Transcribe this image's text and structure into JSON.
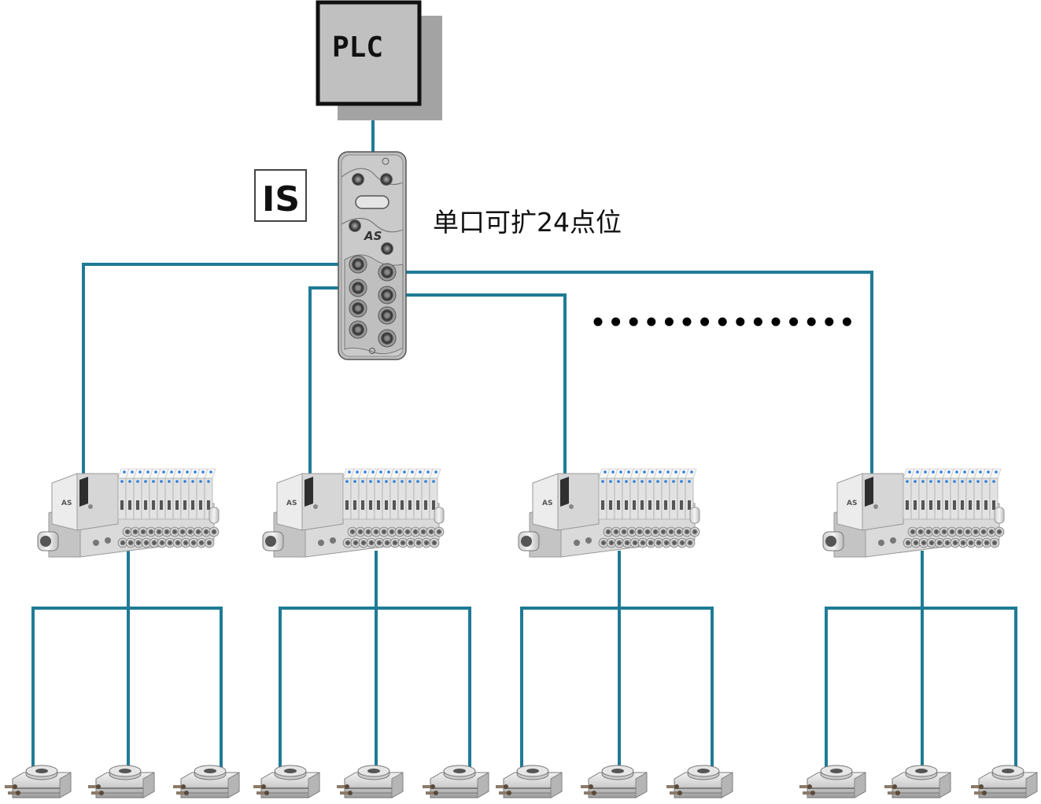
{
  "diagram": {
    "title": "PLC to IS hub network topology",
    "plc": {
      "label": "PLC"
    },
    "is_badge": {
      "label": "IS"
    },
    "hub": {
      "logo": "AS",
      "port_count": 8
    },
    "capacity_note": "单口可扩24点位",
    "ellipsis_dots": 15,
    "wire_color": "#1f7b96",
    "valve_banks": [
      {
        "name": "valve-bank-1",
        "valve_count": 12,
        "actuators": 3
      },
      {
        "name": "valve-bank-2",
        "valve_count": 12,
        "actuators": 3
      },
      {
        "name": "valve-bank-3",
        "valve_count": 12,
        "actuators": 3
      },
      {
        "name": "valve-bank-4",
        "valve_count": 12,
        "actuators": 3
      }
    ],
    "actuator_type": "rotary-actuator"
  }
}
